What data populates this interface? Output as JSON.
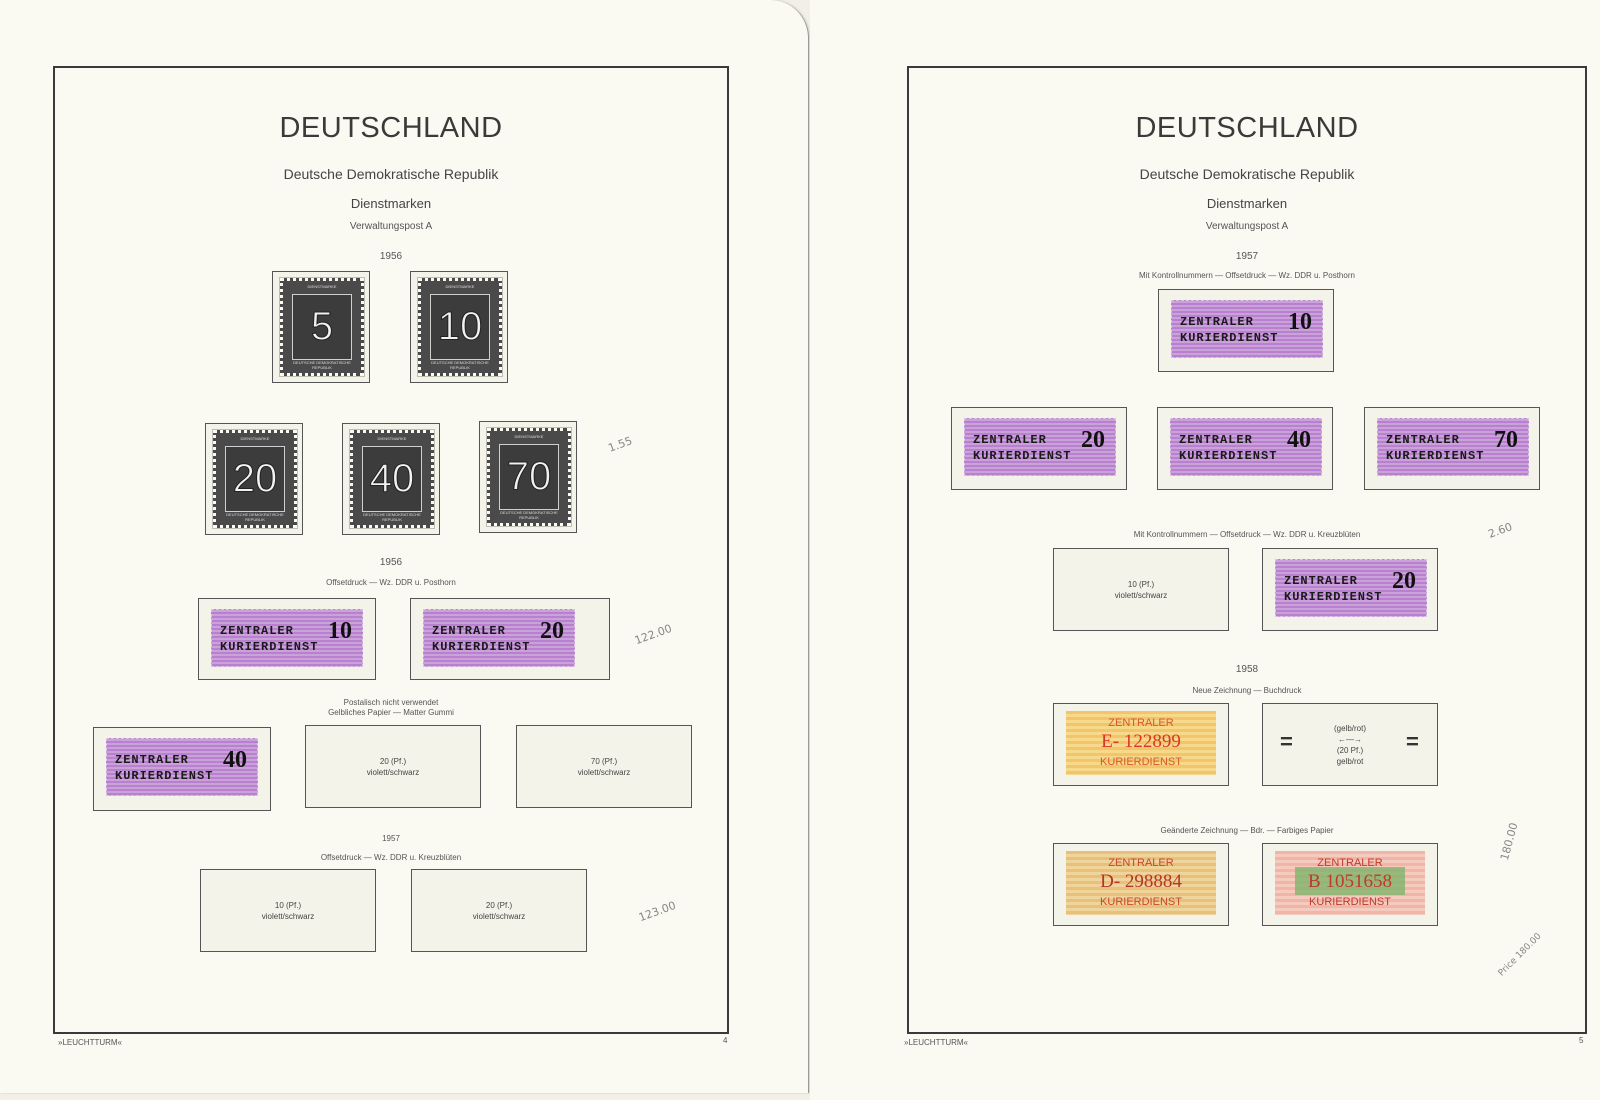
{
  "left": {
    "title": "DEUTSCHLAND",
    "subtitle": "Deutsche Demokratische Republik",
    "section": "Dienstmarken",
    "subsection": "Verwaltungspost A",
    "year1": "1956",
    "definitives": [
      {
        "value": "5",
        "cap_top": "DIENSTMARKE",
        "cap_bottom": "DEUTSCHE DEMOKRATISCHE REPUBLIK"
      },
      {
        "value": "10",
        "cap_top": "DIENSTMARKE",
        "cap_bottom": "DEUTSCHE DEMOKRATISCHE REPUBLIK"
      },
      {
        "value": "20",
        "cap_top": "DIENSTMARKE",
        "cap_bottom": "DEUTSCHE DEMOKRATISCHE REPUBLIK"
      },
      {
        "value": "40",
        "cap_top": "DIENSTMARKE",
        "cap_bottom": "DEUTSCHE DEMOKRATISCHE REPUBLIK"
      },
      {
        "value": "70",
        "cap_top": "DIENSTMARKE",
        "cap_bottom": "DEUTSCHE DEMOKRATISCHE REPUBLIK"
      }
    ],
    "pencil1": "1.55",
    "year2": "1956",
    "caption2": "Offsetdruck — Wz. DDR u. Posthorn",
    "courier_line1": "ZENTRALER",
    "courier_line2": "KURIERDIENST",
    "courier_values": [
      "10",
      "20"
    ],
    "pencil2": "122.00",
    "caption3": "Postalisch nicht verwendet",
    "caption4": "Gelbliches Papier — Matter Gummi",
    "courier_value3": "40",
    "empty1_value": "20 (Pf.)",
    "empty1_color": "violett/schwarz",
    "empty2_value": "70 (Pf.)",
    "empty2_color": "violett/schwarz",
    "year3": "1957",
    "caption5": "Offsetdruck — Wz. DDR u. Kreuzblüten",
    "empty3_value": "10 (Pf.)",
    "empty3_color": "violett/schwarz",
    "empty4_value": "20 (Pf.)",
    "empty4_color": "violett/schwarz",
    "pencil3": "123.00",
    "footer_brand": "»LEUCHTTURM«",
    "page_number": "4"
  },
  "right": {
    "title": "DEUTSCHLAND",
    "subtitle": "Deutsche Demokratische Republik",
    "section": "Dienstmarken",
    "subsection": "Verwaltungspost A",
    "year1": "1957",
    "caption1": "Mit Kontrollnummern — Offsetdruck — Wz. DDR u. Posthorn",
    "courier_line1": "ZENTRALER",
    "courier_line2": "KURIERDIENST",
    "courier_values": [
      "10",
      "20",
      "40",
      "70"
    ],
    "caption2": "Mit Kontrollnummern — Offsetdruck — Wz. DDR u. Kreuzblüten",
    "empty1_value": "10 (Pf.)",
    "empty1_color": "violett/schwarz",
    "courier_value5": "20",
    "pencil1": "2.60",
    "year2": "1958",
    "caption3": "Neue Zeichnung — Buchdruck",
    "bar1_l1": "ZENTRALER",
    "bar1_l2": "E- 122899",
    "bar1_l3": "KURIERDIENST",
    "gelb_rot": "(gelb/rot)",
    "arrow": "←—→",
    "pf20": "(20 Pf.)",
    "gelb_rot2": "gelb/rot",
    "eq": "=",
    "caption4": "Geänderte Zeichnung — Bdr. — Farbiges Papier",
    "bar2_l1": "ZENTRALER",
    "bar2_l2": "D- 298884",
    "bar2_l3": "KURIERDIENST",
    "bar3_l1": "ZENTRALER",
    "bar3_l2": "B 1051658",
    "bar3_l3": "KURIERDIENST",
    "pencil2": "180.00",
    "pencil3": "Price 180.00",
    "footer_brand": "»LEUCHTTURM«",
    "page_number": "5"
  }
}
